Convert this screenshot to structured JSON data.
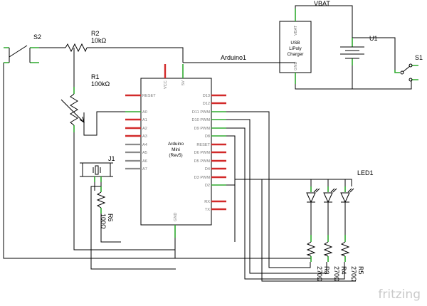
{
  "labels": {
    "s2": "S2",
    "r2": "R2",
    "r2_value": "10kΩ",
    "r1": "R1",
    "r1_value": "100kΩ",
    "arduino": "Arduino1",
    "vbat_label": "VBAT",
    "u1": "U1",
    "s1": "S1",
    "j1": "J1",
    "r6": "R6",
    "r6_value": "100Ω",
    "led1": "LED1",
    "r3": "R3",
    "r3_value": "270Ω",
    "r4": "R4",
    "r4_value": "270Ω",
    "r5": "R5",
    "r5_value": "270Ω"
  },
  "arduino": {
    "name_line1": "Arduino",
    "name_line2": "Mini",
    "name_line3": "(Rev5)",
    "top_pins": [
      "VCC",
      "5V"
    ],
    "bottom_pin": "GND",
    "left_pins": [
      "RESET",
      "A0",
      "A1",
      "A2",
      "A3",
      "A4",
      "A5",
      "A6",
      "A7"
    ],
    "right_pins": [
      "D13",
      "D12",
      "D11 PWM",
      "D10 PWM",
      "D9 PWM",
      "D8",
      "RESET",
      "D6 PWM",
      "D5 PWM",
      "D4",
      "D3 PWM",
      "D2",
      "RX",
      "TX"
    ]
  },
  "charger": {
    "line1": "USB",
    "line2": "LiPoly",
    "line3": "Charger",
    "pin_top": "VBAT",
    "pin_bottom": "GND"
  },
  "brand": {
    "text": "fritzing"
  },
  "colors": {
    "wire": "#000000",
    "pin_connected": "#2eaa2e",
    "pin_power": "#d22a2a",
    "pin_unconnected": "#8a8a8a",
    "brand": "#c9c9c9"
  }
}
